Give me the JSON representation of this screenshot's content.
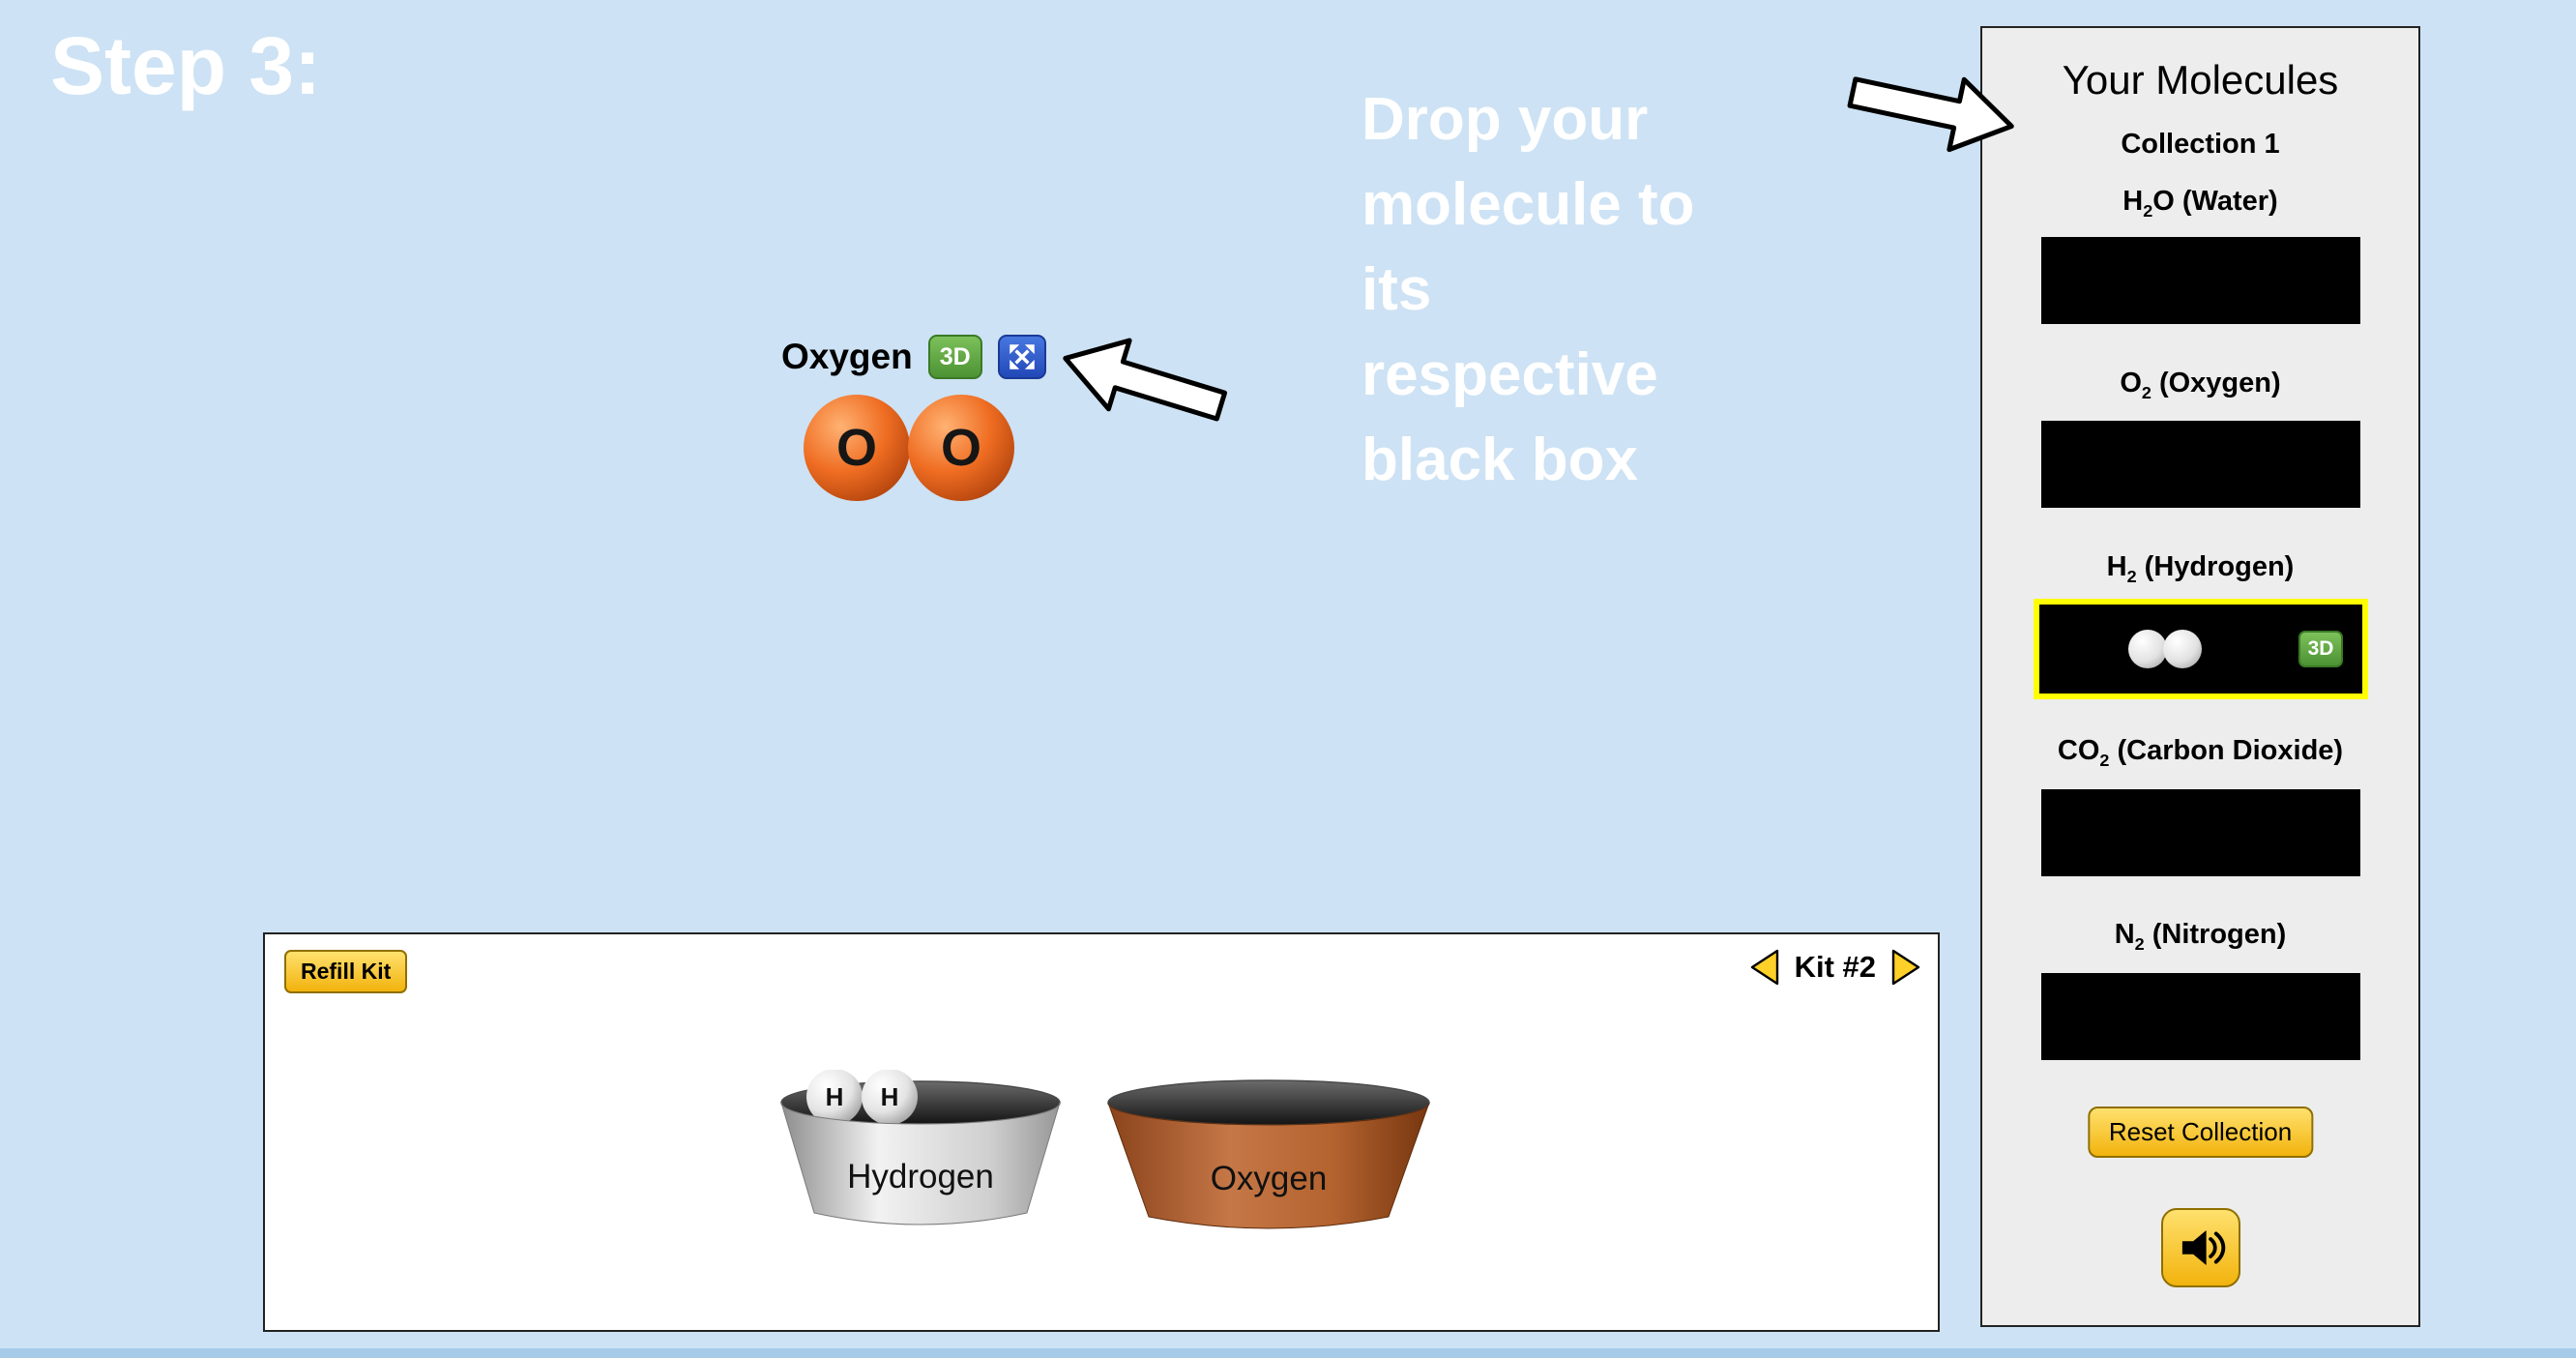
{
  "step_label": "Step 3:",
  "annotation": {
    "lines": [
      "Drop your",
      "molecule to",
      "its",
      "respective",
      "black box"
    ]
  },
  "molecule": {
    "label": "Oxygen",
    "btn_3d": "3D",
    "atoms": [
      "O",
      "O"
    ]
  },
  "panel": {
    "title": "Your Molecules",
    "collection": "Collection 1",
    "boxes": [
      {
        "pre": "H",
        "sub": "2",
        "post": "O (Water)"
      },
      {
        "pre": "O",
        "sub": "2",
        "post": " (Oxygen)"
      },
      {
        "pre": "H",
        "sub": "2",
        "post": " (Hydrogen)",
        "highlighted": true,
        "btn_3d": "3D"
      },
      {
        "pre": "CO",
        "sub": "2",
        "post": " (Carbon Dioxide)"
      },
      {
        "pre": "N",
        "sub": "2",
        "post": " (Nitrogen)"
      }
    ],
    "reset_button": "Reset Collection",
    "sound_icon": "speaker"
  },
  "kit": {
    "refill_button": "Refill Kit",
    "label": "Kit #2",
    "buckets": [
      {
        "label": "Hydrogen",
        "atom": "H"
      },
      {
        "label": "Oxygen"
      }
    ]
  },
  "colors": {
    "background": "#cde2f4",
    "panel_bg": "#ededed",
    "collection_box": "#000000",
    "highlight_border": "#ffff00",
    "button_yellow": "#f2b30d",
    "green_3d": "#4d9234",
    "blue_expand": "#2248b8",
    "atom_orange": "#ef6d22",
    "bucket_gray": "#d9d9d9",
    "bucket_copper": "#b96b3a",
    "annotation_text": "#ffffff"
  }
}
